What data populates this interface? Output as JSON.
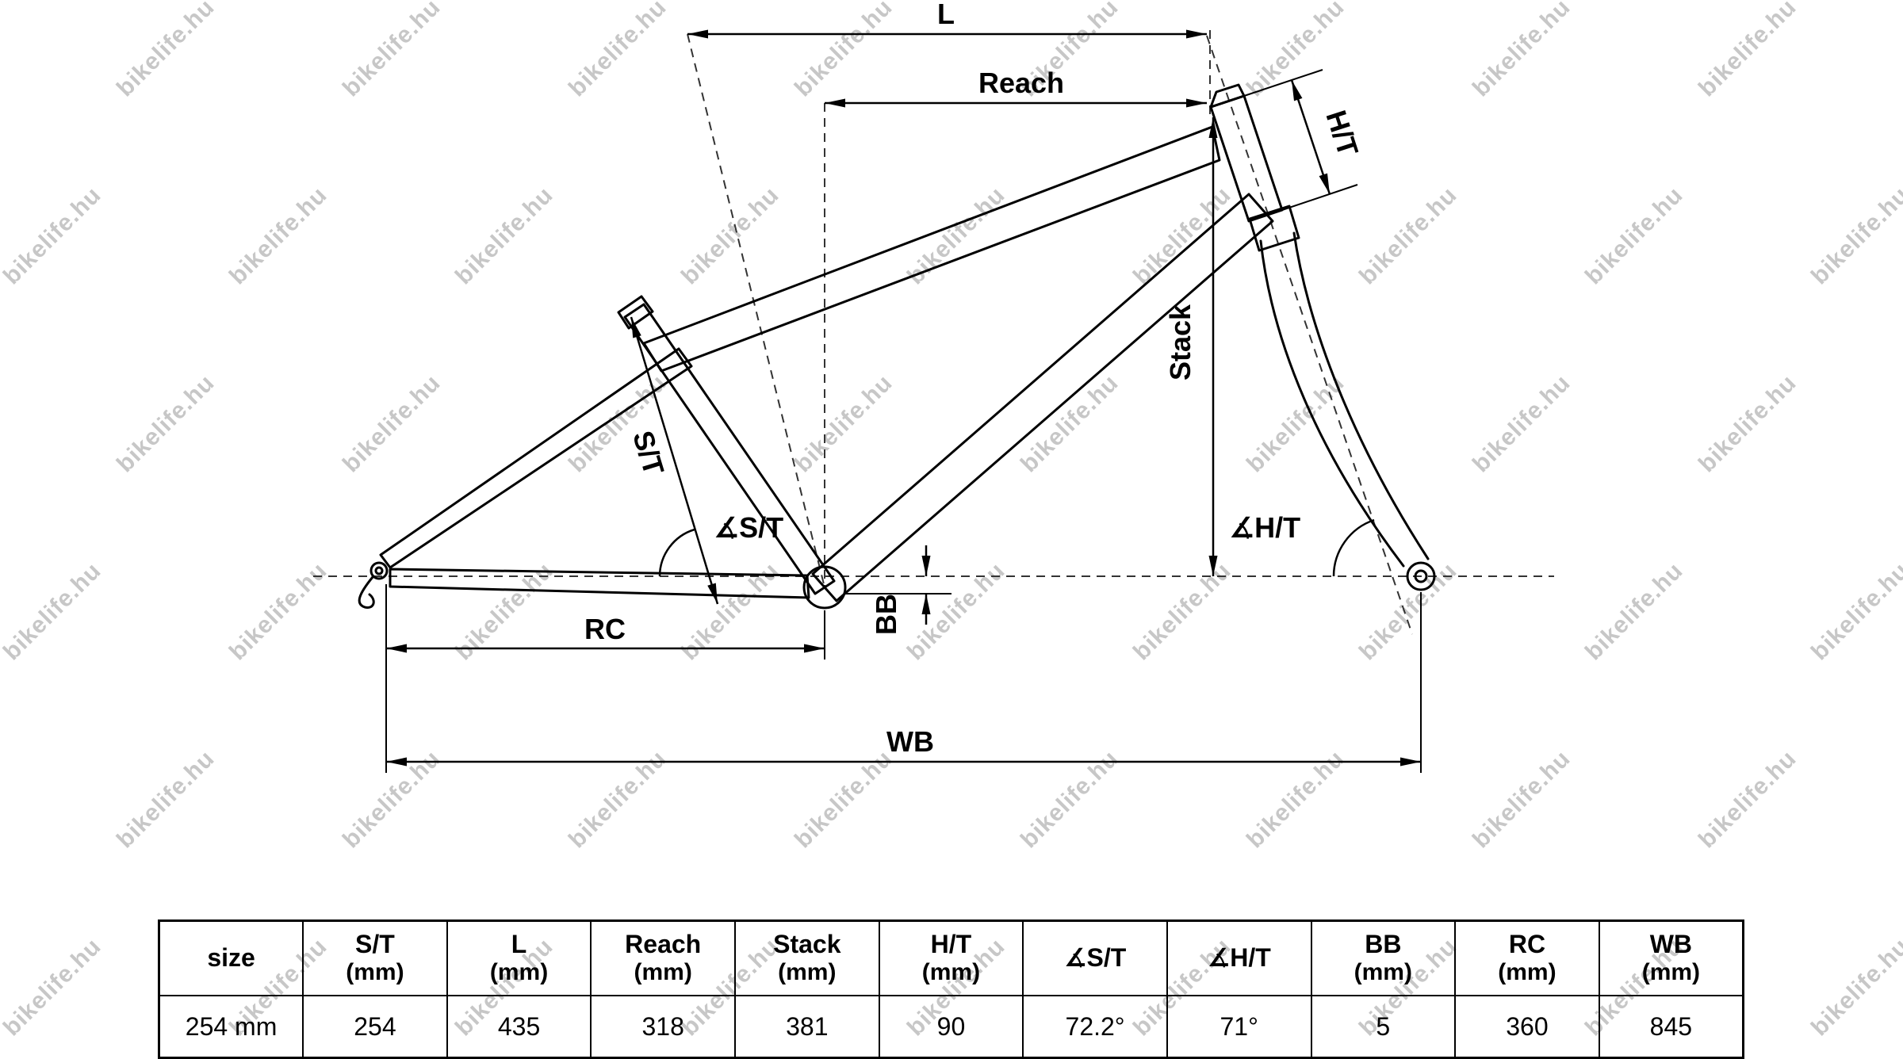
{
  "watermark": {
    "text": "bikelife.hu"
  },
  "diagram": {
    "labels": {
      "l": "L",
      "reach": "Reach",
      "ht": "H/T",
      "stack": "Stack",
      "st": "S/T",
      "st_angle": "∡S/T",
      "ht_angle": "∡H/T",
      "bb": "BB",
      "rc": "RC",
      "wb": "WB"
    }
  },
  "table": {
    "columns": [
      {
        "label": "size",
        "sub": ""
      },
      {
        "label": "S/T",
        "sub": "(mm)"
      },
      {
        "label": "L",
        "sub": "(mm)"
      },
      {
        "label": "Reach",
        "sub": "(mm)"
      },
      {
        "label": "Stack",
        "sub": "(mm)"
      },
      {
        "label": "H/T",
        "sub": "(mm)"
      },
      {
        "label": "∡S/T",
        "sub": ""
      },
      {
        "label": "∡H/T",
        "sub": ""
      },
      {
        "label": "BB",
        "sub": "(mm)"
      },
      {
        "label": "RC",
        "sub": "(mm)"
      },
      {
        "label": "WB",
        "sub": "(mm)"
      }
    ],
    "row": [
      "254 mm",
      "254",
      "435",
      "318",
      "381",
      "90",
      "72.2°",
      "71°",
      "5",
      "360",
      "845"
    ]
  }
}
